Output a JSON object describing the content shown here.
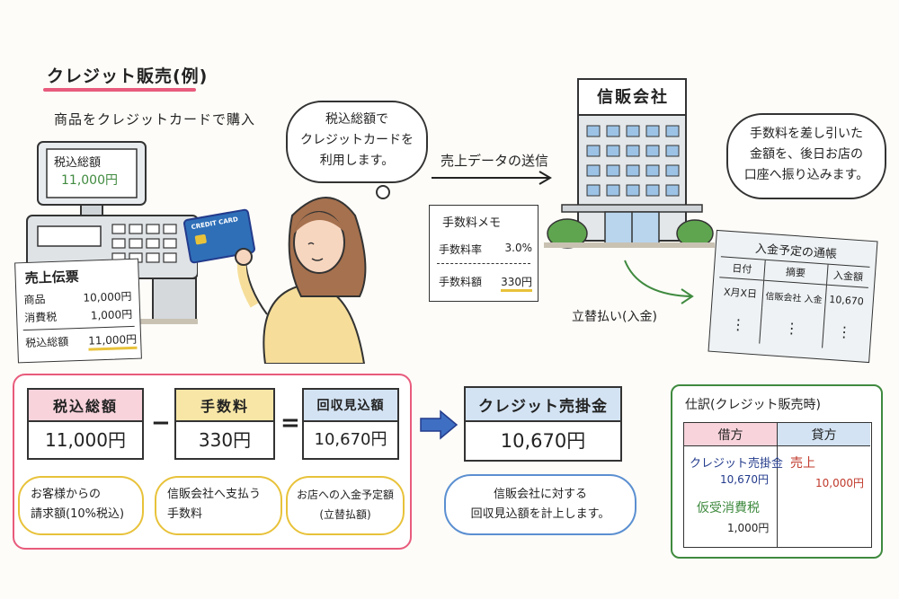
{
  "title": "クレジット販売(例)",
  "subtitle": "商品をクレジットカードで購入",
  "register": {
    "display_label": "税込総額",
    "display_value": "11,000円",
    "card_text": "CREDIT CARD"
  },
  "receipt": {
    "title": "売上伝票",
    "rows": [
      {
        "label": "商品",
        "value": "10,000円"
      },
      {
        "label": "消費税",
        "value": "1,000円"
      }
    ],
    "total_label": "税込総額",
    "total_value": "11,000円"
  },
  "customer_bubble": [
    "税込総額で",
    "クレジットカードを",
    "利用します。"
  ],
  "send_label": "売上データの送信",
  "memo": {
    "title": "手数料メモ",
    "rate_label": "手数料率",
    "rate_value": "3.0%",
    "fee_label": "手数料額",
    "fee_value": "330円"
  },
  "company": {
    "name": "信販会社"
  },
  "company_bubble": [
    "手数料を差し引いた",
    "金額を、後日お店の",
    "口座へ振り込みます。"
  ],
  "advance_label": "立替払い(入金)",
  "passbook": {
    "title": "入金予定の通帳",
    "headers": [
      "日付",
      "摘要",
      "入金額"
    ],
    "row": [
      "X月X日",
      "信販会社 入金",
      "10,670"
    ],
    "dots": [
      "⋮",
      "⋮",
      "⋮"
    ]
  },
  "calc": {
    "total": {
      "label": "税込総額",
      "value": "11,000円",
      "note": [
        "お客様からの",
        "請求額(10%税込)"
      ]
    },
    "minus": "−",
    "fee": {
      "label": "手数料",
      "value": "330円",
      "note": [
        "信販会社へ支払う",
        "手数料"
      ]
    },
    "equals": "=",
    "expected": {
      "label": "回収見込額",
      "value": "10,670円",
      "note": [
        "お店への入金予定額",
        "(立替払額)"
      ]
    }
  },
  "receivable": {
    "label": "クレジット売掛金",
    "value": "10,670円",
    "note": [
      "信販会社に対する",
      "回収見込額を計上します。"
    ]
  },
  "journal": {
    "title": "仕訳(クレジット販売時)",
    "debit_header": "借方",
    "credit_header": "貸方",
    "debit_items": [
      {
        "account": "クレジット売掛金",
        "amount": "10,670円"
      },
      {
        "account": "仮受消費税",
        "amount": "1,000円"
      }
    ],
    "credit_items": [
      {
        "account": "売上",
        "amount": "10,000円"
      }
    ]
  },
  "colors": {
    "pink": "#e85b7c",
    "pink_bg": "#f8d3dc",
    "yellow": "#e8c23a",
    "yellow_bg": "#f7e6a6",
    "blue_bg": "#d3e3f3",
    "green": "#3f8a3f",
    "navy": "#233b8c",
    "red": "#c0392b"
  }
}
